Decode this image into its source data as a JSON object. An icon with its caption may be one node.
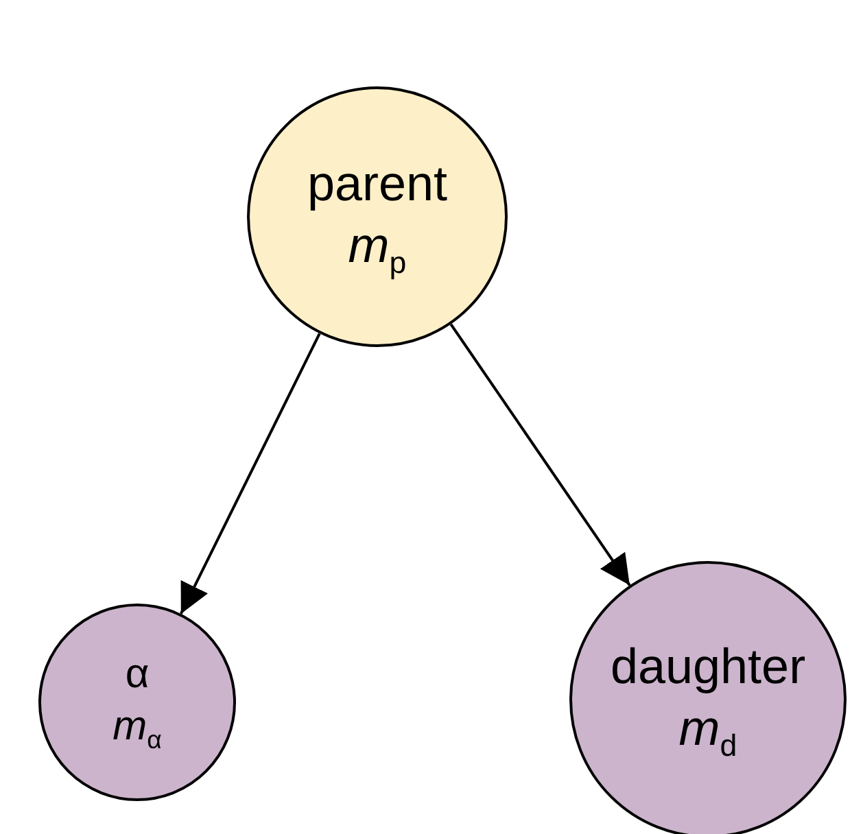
{
  "diagram": {
    "nodes": [
      {
        "text": [
          "parent",
          "*m*$_{p}$"
        ]
      },
      {
        "text": [
          "α",
          "*m*$_{α}$"
        ]
      },
      {
        "text": [
          "daughter",
          "*m*$_{d}$"
        ]
      }
    ],
    "edges": [
      {
        "from": 0,
        "to": 1,
        "arrow": "to"
      },
      {
        "from": 0,
        "to": 2,
        "arrow": "to"
      }
    ]
  }
}
